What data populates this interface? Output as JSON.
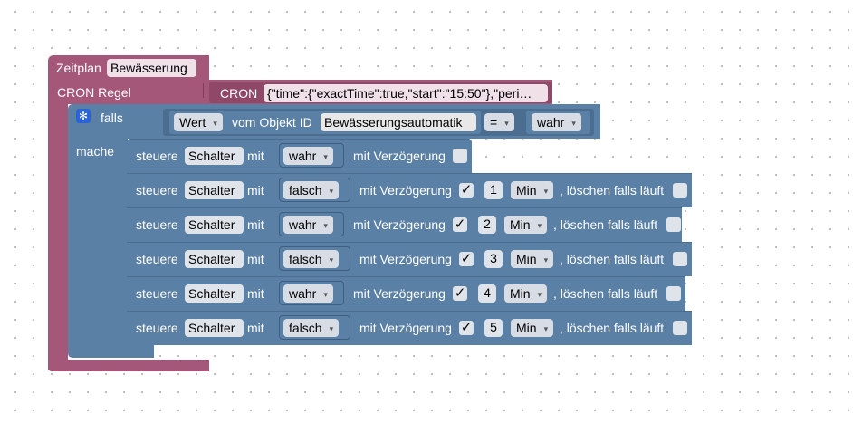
{
  "schedule": {
    "label": "Zeitplan",
    "name": "Bewässerung",
    "cron_label": "CRON Regel",
    "cron_keyword": "CRON",
    "cron_value": "{\"time\":{\"exactTime\":true,\"start\":\"15:50\"},\"peri…"
  },
  "if_block": {
    "if_label": "falls",
    "do_label": "mache",
    "value_dropdown": "Wert",
    "from_object": "vom Objekt ID",
    "object_id": "Bewässerungsautomatik",
    "operator": "=",
    "compare_value": "wahr"
  },
  "control_blocks": [
    {
      "verb": "steuere",
      "target": "Schalter",
      "with": "mit",
      "value": "wahr",
      "delay_label": "mit Verzögerung",
      "delay_checked": false,
      "delay_amount": "",
      "unit": "",
      "clear_label": "",
      "clear_checked": false
    },
    {
      "verb": "steuere",
      "target": "Schalter",
      "with": "mit",
      "value": "falsch",
      "delay_label": "mit Verzögerung",
      "delay_checked": true,
      "delay_amount": "1",
      "unit": "Min",
      "clear_label": ", löschen falls läuft",
      "clear_checked": false
    },
    {
      "verb": "steuere",
      "target": "Schalter",
      "with": "mit",
      "value": "wahr",
      "delay_label": "mit Verzögerung",
      "delay_checked": true,
      "delay_amount": "2",
      "unit": "Min",
      "clear_label": ", löschen falls läuft",
      "clear_checked": false
    },
    {
      "verb": "steuere",
      "target": "Schalter",
      "with": "mit",
      "value": "falsch",
      "delay_label": "mit Verzögerung",
      "delay_checked": true,
      "delay_amount": "3",
      "unit": "Min",
      "clear_label": ", löschen falls läuft",
      "clear_checked": false
    },
    {
      "verb": "steuere",
      "target": "Schalter",
      "with": "mit",
      "value": "wahr",
      "delay_label": "mit Verzögerung",
      "delay_checked": true,
      "delay_amount": "4",
      "unit": "Min",
      "clear_label": ", löschen falls läuft",
      "clear_checked": false
    },
    {
      "verb": "steuere",
      "target": "Schalter",
      "with": "mit",
      "value": "falsch",
      "delay_label": "mit Verzögerung",
      "delay_checked": true,
      "delay_amount": "5",
      "unit": "Min",
      "clear_label": ", löschen falls läuft",
      "clear_checked": false
    }
  ],
  "icons": {
    "checkmark": "✓",
    "dropdown_arrow": "▾",
    "gear": "gear-icon"
  },
  "colors": {
    "schedule_block": "#a5577a",
    "logic_block": "#5b80a5",
    "workspace": "#ffffff"
  }
}
